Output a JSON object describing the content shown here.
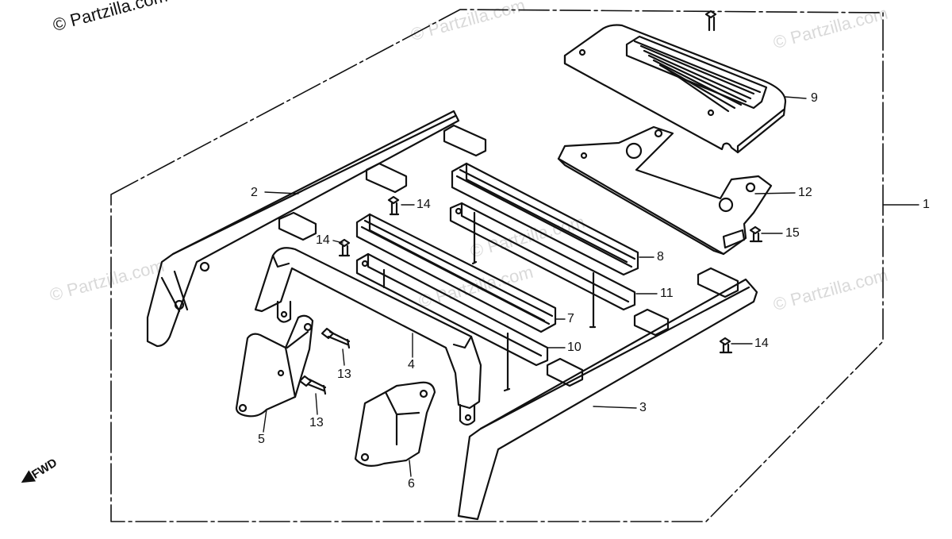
{
  "copyright": "© Partzilla.com",
  "watermark": "© Partzilla.com",
  "fwd_label": "FWD",
  "callouts": {
    "p1": "1",
    "p2": "2",
    "p3": "3",
    "p4": "4",
    "p5": "5",
    "p6": "6",
    "p7": "7",
    "p8": "8",
    "p9": "9",
    "p10": "10",
    "p11": "11",
    "p12": "12",
    "p13a": "13",
    "p13b": "13",
    "p14a": "14",
    "p14b": "14",
    "p14c": "14",
    "p15": "15"
  },
  "colors": {
    "line": "#111111",
    "watermark": "#d9d9d9"
  }
}
